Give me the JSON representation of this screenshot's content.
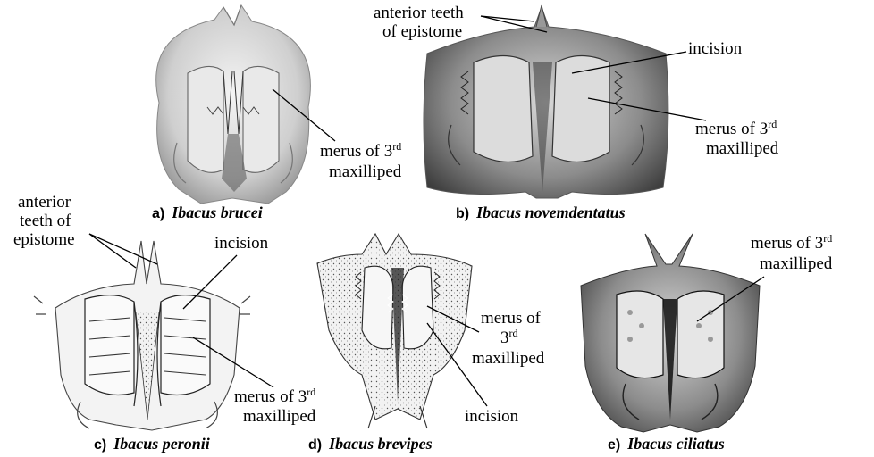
{
  "panels": [
    {
      "id": "a",
      "caption_letter": "a)",
      "caption_species": "Ibacus brucei",
      "labels": {
        "merus_line1": "merus of 3",
        "merus_sup": "rd",
        "merus_line2": "maxilliped"
      }
    },
    {
      "id": "b",
      "caption_letter": "b)",
      "caption_species": "Ibacus novemdentatus",
      "labels": {
        "teeth_line1": "anterior teeth",
        "teeth_line2": "of epistome",
        "incision": "incision",
        "merus_line1": "merus of 3",
        "merus_sup": "rd",
        "merus_line2": "maxilliped"
      }
    },
    {
      "id": "c",
      "caption_letter": "c)",
      "caption_species": "Ibacus peronii",
      "labels": {
        "teeth_line1": "anterior",
        "teeth_line2": "teeth of",
        "teeth_line3": "epistome",
        "incision": "incision",
        "merus_line1": "merus of 3",
        "merus_sup": "rd",
        "merus_line2": "maxilliped"
      }
    },
    {
      "id": "d",
      "caption_letter": "d)",
      "caption_species": "Ibacus brevipes",
      "labels": {
        "merus_line1": "merus of",
        "merus_line2": "3",
        "merus_sup": "rd",
        "merus_line3": "maxilliped",
        "incision": "incision"
      }
    },
    {
      "id": "e",
      "caption_letter": "e)",
      "caption_species": "Ibacus ciliatus",
      "labels": {
        "merus_line1": "merus of 3",
        "merus_sup": "rd",
        "merus_line2": "maxilliped"
      }
    }
  ]
}
